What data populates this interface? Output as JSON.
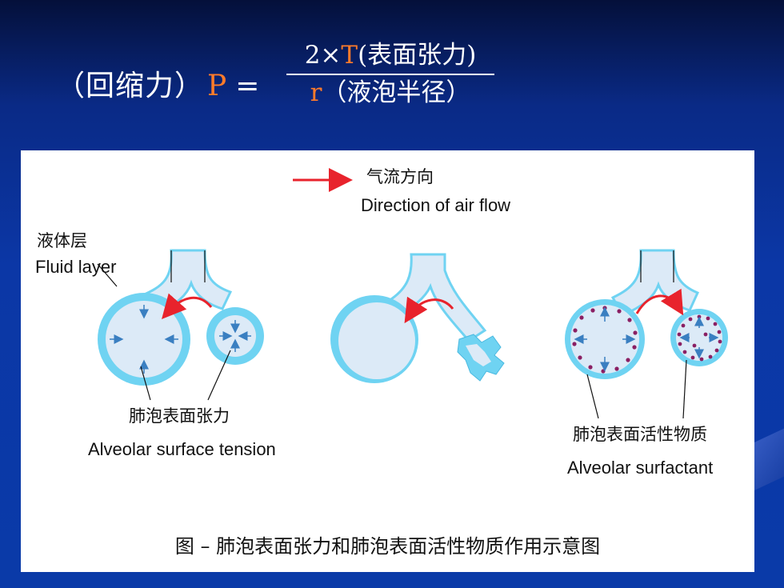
{
  "formula": {
    "lhs_text": "（回缩力）",
    "var_p": "P",
    "equals": "=",
    "numerator_prefix": "2×",
    "numerator_var": "T",
    "numerator_suffix": "(表面张力)",
    "denominator_var": "r",
    "denominator_suffix": "（液泡半径）"
  },
  "legend": {
    "cn": "气流方向",
    "en": "Direction of air flow"
  },
  "labels": {
    "fluid_layer_cn": "液体层",
    "fluid_layer_en": "Fluid layer",
    "surface_tension_cn": "肺泡表面张力",
    "surface_tension_en": "Alveolar surface tension",
    "surfactant_cn": "肺泡表面活性物质",
    "surfactant_en": "Alveolar surfactant"
  },
  "caption": "图 – 肺泡表面张力和肺泡表面活性物质作用示意图",
  "colors": {
    "background_blue": "#0b37a6",
    "fluid_cyan": "#6fd3f2",
    "alveolus_fill": "#dceaf7",
    "arrow_red": "#e8232c",
    "surfactant_dot": "#8a1f63",
    "formula_accent": "#ff7b2a"
  }
}
